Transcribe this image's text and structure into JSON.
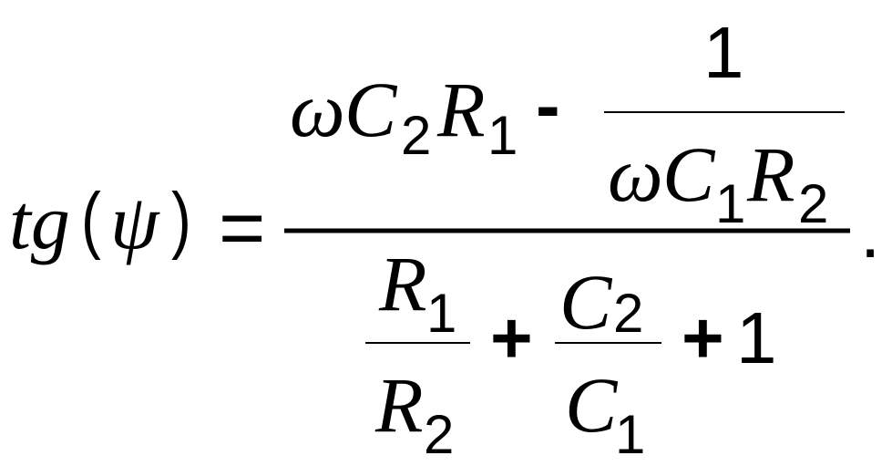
{
  "formula": {
    "lhs": {
      "function": "tg",
      "open_paren": "(",
      "argument": "ψ",
      "close_paren": ")"
    },
    "equals": "=",
    "numerator": {
      "omega": "ω",
      "C": "C",
      "C_sub": "2",
      "R": "R",
      "R_sub": "1",
      "minus": "-",
      "inner_fraction": {
        "numerator": "1",
        "denominator": {
          "omega": "ω",
          "C": "C",
          "C_sub": "1",
          "R": "R",
          "R_sub": "2"
        }
      }
    },
    "denominator": {
      "fraction_r": {
        "num_symbol": "R",
        "num_sub": "1",
        "den_symbol": "R",
        "den_sub": "2"
      },
      "plus_1": "+",
      "fraction_c": {
        "num_symbol": "C",
        "num_sub": "2",
        "den_symbol": "C",
        "den_sub": "1"
      },
      "plus_2": "+",
      "constant": "1"
    },
    "period": "."
  }
}
